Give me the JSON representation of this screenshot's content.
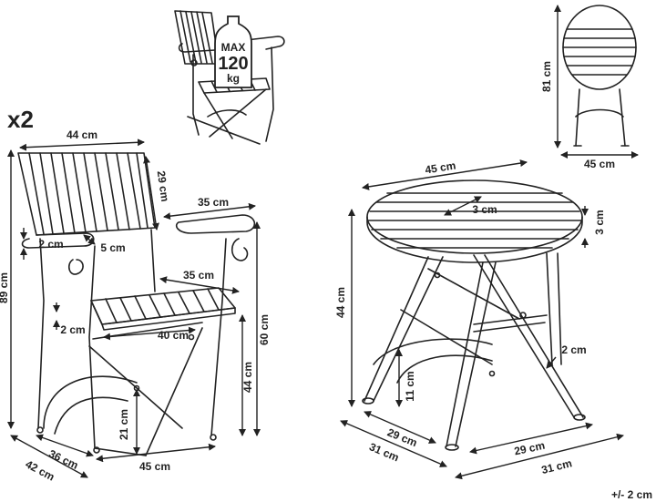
{
  "quantity": "x2",
  "weight_badge": {
    "line1": "MAX",
    "line2": "120",
    "line3": "kg"
  },
  "tolerance": "+/- 2 cm",
  "chair": {
    "seat_width_top": "44 cm",
    "back_height": "29 cm",
    "armrest_length": "35 cm",
    "armrest_gap": "2 cm",
    "armrest_width": "5 cm",
    "seat_depth": "35 cm",
    "seat_gap": "2 cm",
    "seat_width": "40 cm",
    "total_height": "89 cm",
    "armrest_height": "60 cm",
    "seat_height": "44 cm",
    "leg_height": "21 cm",
    "depth_front": "36 cm",
    "depth_total": "42 cm",
    "base_width": "45 cm"
  },
  "table": {
    "diameter": "45 cm",
    "slat_width": "3 cm",
    "top_thickness": "3 cm",
    "height": "44 cm",
    "frame_width": "2 cm",
    "lower_height": "11 cm",
    "base_left_inner": "29 cm",
    "base_left_outer": "31 cm",
    "base_right_inner": "29 cm",
    "base_right_outer": "31 cm",
    "folded_height": "81 cm",
    "folded_width": "45 cm"
  },
  "colors": {
    "line": "#222222",
    "background": "#ffffff"
  }
}
